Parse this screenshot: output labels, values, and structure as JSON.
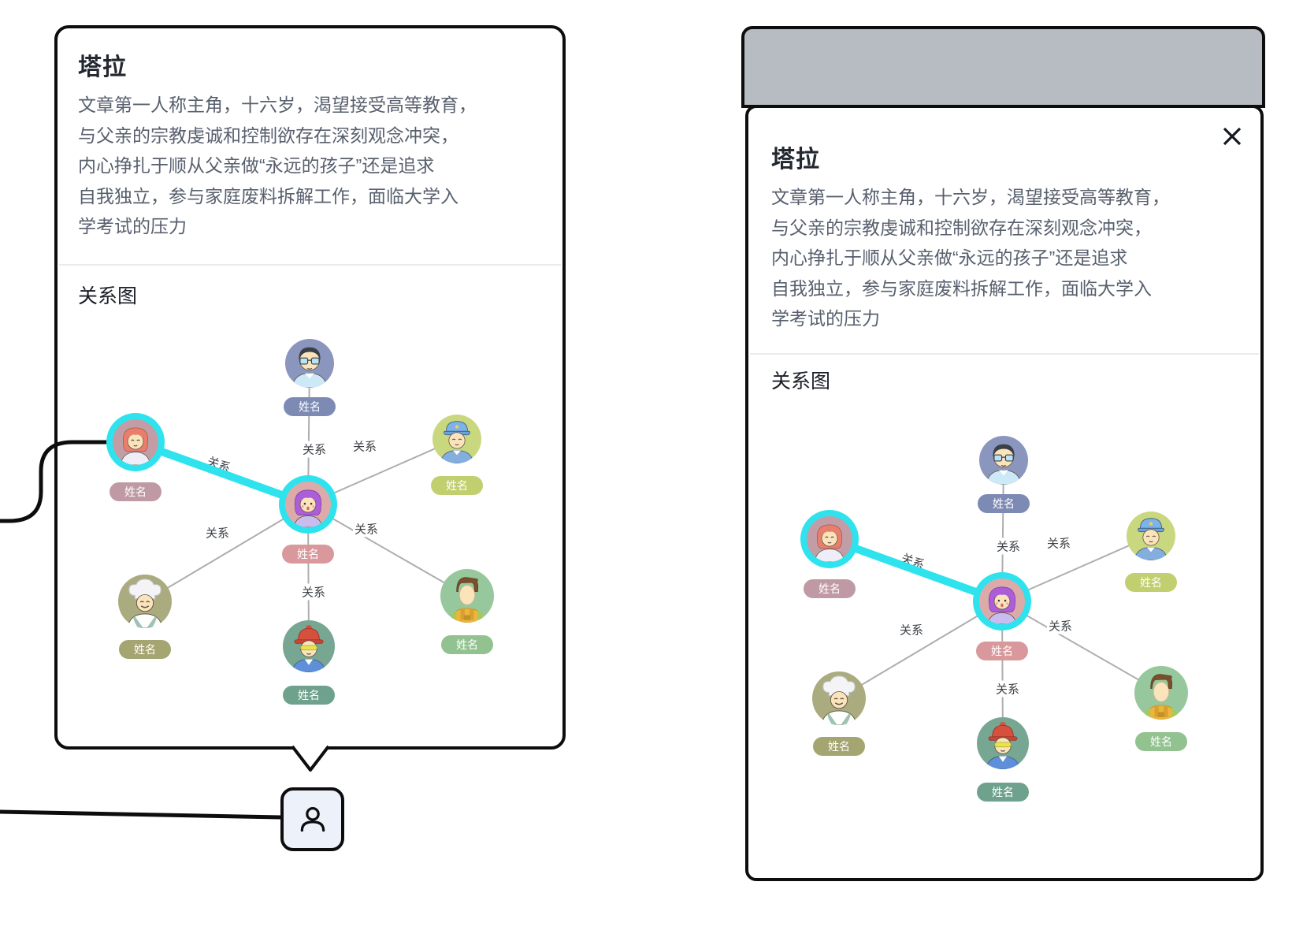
{
  "bubble": {
    "title": "塔拉",
    "description": "文章第一人称主角，十六岁，渴望接受高等教育，\n与父亲的宗教虔诚和控制欲存在深刻观念冲突，\n内心挣扎于顺从父亲做“永远的孩子”还是追求\n自我独立，参与家庭废料拆解工作，面临大学入\n学考试的压力",
    "section_heading": "关系图"
  },
  "modal": {
    "title": "塔拉",
    "description": "文章第一人称主角，十六岁，渴望接受高等教育，\n与父亲的宗教虔诚和控制欲存在深刻观念冲突，\n内心挣扎于顺从父亲做“永远的孩子”还是追求\n自我独立，参与家庭废料拆解工作，面临大学入\n学考试的压力",
    "section_heading": "关系图",
    "close_icon": "x-mark"
  },
  "trigger_button": {
    "icon": "person-silhouette"
  },
  "graph": {
    "badge_label": "姓名",
    "edge_label": "关系",
    "highlight_color": "#2ee3ee",
    "edge_color": "#aeaeae",
    "nodes": [
      {
        "id": "father",
        "avatar": "man-with-glasses",
        "color": "#8a96bd",
        "badge_color": "#7d8bb4",
        "highlighted": false
      },
      {
        "id": "mother",
        "avatar": "red-haired-woman",
        "color": "#c29da6",
        "badge_color": "#bf9aa4",
        "highlighted": true
      },
      {
        "id": "police",
        "avatar": "police-officer",
        "color": "#c9d77f",
        "badge_color": "#c2cf6e",
        "highlighted": false
      },
      {
        "id": "tara",
        "avatar": "purple-haired-girl",
        "color": "#dcaaa8",
        "badge_color": "#d9999c",
        "highlighted": true
      },
      {
        "id": "chef",
        "avatar": "chef",
        "color": "#abab80",
        "badge_color": "#a5a572",
        "highlighted": false
      },
      {
        "id": "worker",
        "avatar": "construction-worker",
        "color": "#77a692",
        "badge_color": "#6fa28c",
        "highlighted": false
      },
      {
        "id": "young-man",
        "avatar": "young-man-overalls",
        "color": "#97c79c",
        "badge_color": "#92c28f",
        "highlighted": false
      }
    ],
    "edges": [
      {
        "from": "tara",
        "to": "father",
        "label": "关系",
        "highlighted": false
      },
      {
        "from": "tara",
        "to": "mother",
        "label": "关系",
        "highlighted": true
      },
      {
        "from": "tara",
        "to": "police",
        "label": "关系",
        "highlighted": false
      },
      {
        "from": "tara",
        "to": "chef",
        "label": "关系",
        "highlighted": false
      },
      {
        "from": "tara",
        "to": "worker",
        "label": "关系",
        "highlighted": false
      },
      {
        "from": "tara",
        "to": "young-man",
        "label": "关系",
        "highlighted": false
      }
    ]
  },
  "palette": {
    "border_black": "#0d0d0d",
    "titlebar_gray": "#b7bcc2",
    "title_text": "#23272f",
    "body_text": "#58606e",
    "divider": "#e9ebef",
    "trigger_background": "#edf1fa"
  }
}
